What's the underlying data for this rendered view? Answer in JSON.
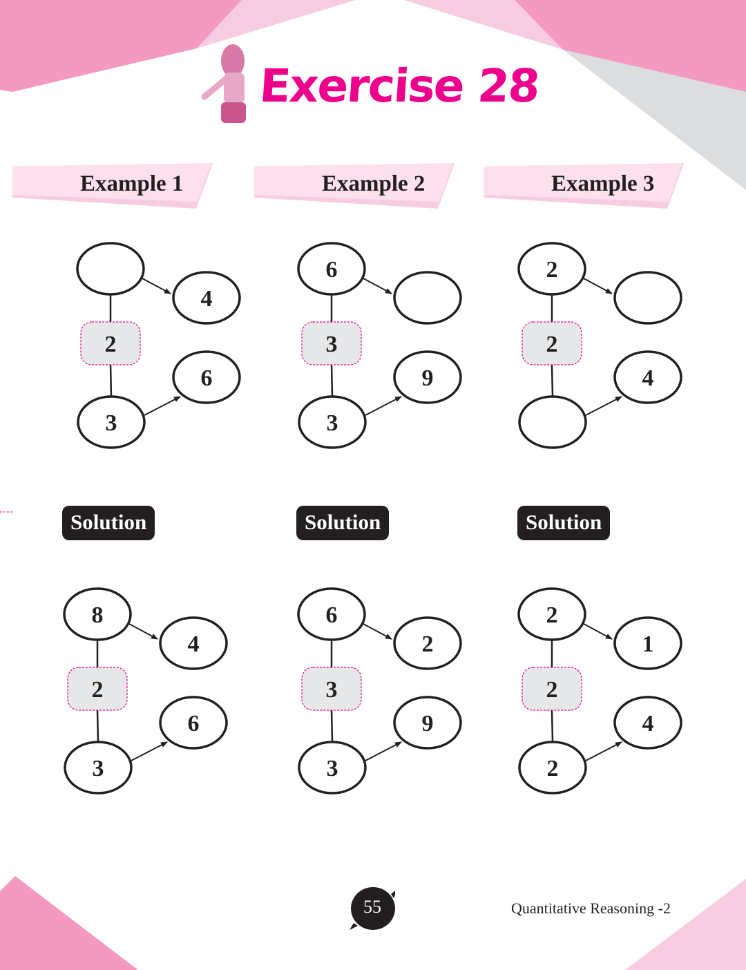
{
  "header": {
    "title": "Exercise 28"
  },
  "examples": [
    {
      "label": "Example 1",
      "values": [
        "",
        "4",
        "2",
        "3",
        "6"
      ]
    },
    {
      "label": "Example 2",
      "values": [
        "6",
        "",
        "3",
        "3",
        "9"
      ]
    },
    {
      "label": "Example 3",
      "values": [
        "2",
        "",
        "2",
        "",
        "4"
      ]
    }
  ],
  "solutions": [
    {
      "label": "Solution",
      "values": [
        "8",
        "4",
        "2",
        "3",
        "6"
      ]
    },
    {
      "label": "Solution",
      "values": [
        "6",
        "2",
        "3",
        "3",
        "9"
      ]
    },
    {
      "label": "Solution",
      "values": [
        "2",
        "1",
        "2",
        "2",
        "4"
      ]
    }
  ],
  "footer": {
    "page_number": "55",
    "book_title": "Quantitative Reasoning -2"
  },
  "colors": {
    "brand_pink": "#ec008c",
    "band_pink": "#f49ac1",
    "light_pink": "#f8cce0",
    "gray": "#dcdddf",
    "box_fill": "#e6e7e8"
  }
}
